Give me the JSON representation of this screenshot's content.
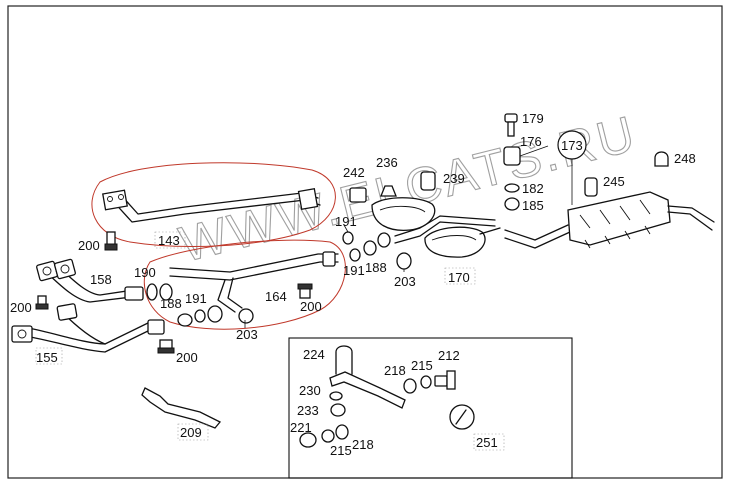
{
  "watermark": "WWW.ELCATS.RU",
  "labels": {
    "l143": "143",
    "l155": "155",
    "l158": "158",
    "l164": "164",
    "l170": "170",
    "l173": "173",
    "l176": "176",
    "l179": "179",
    "l182": "182",
    "l185": "185",
    "l188a": "188",
    "l188b": "188",
    "l190": "190",
    "l191a": "191",
    "l191b": "191",
    "l191c": "191",
    "l200a": "200",
    "l200b": "200",
    "l200c": "200",
    "l200d": "200",
    "l203a": "203",
    "l203b": "203",
    "l209": "209",
    "l212": "212",
    "l215a": "215",
    "l215b": "215",
    "l218a": "218",
    "l218b": "218",
    "l221": "221",
    "l224": "224",
    "l230": "230",
    "l233": "233",
    "l236": "236",
    "l239": "239",
    "l242": "242",
    "l245": "245",
    "l248": "248",
    "l251": "251"
  }
}
